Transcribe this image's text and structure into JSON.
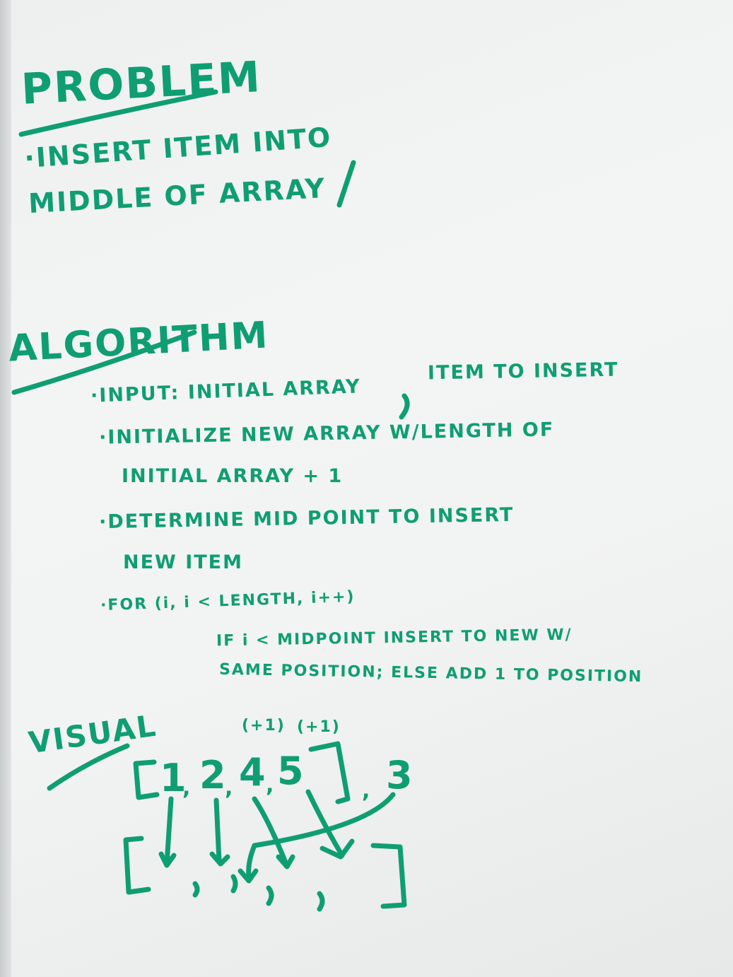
{
  "problem": {
    "heading": "PROBLEM",
    "line1": "·INSERT ITEM INTO",
    "line2": "MIDDLE OF ARRAY"
  },
  "algorithm": {
    "heading": "ALGORITHM",
    "input": "·INPUT: INITIAL ARRAY",
    "input_item": "ITEM TO INSERT",
    "init_1": "·INITIALIZE NEW ARRAY W/LENGTH OF",
    "init_2": "INITIAL ARRAY + 1",
    "determine_1": "·DETERMINE MID POINT TO INSERT",
    "determine_2": "NEW ITEM",
    "for_line": "·FOR (i, i < LENGTH, i++)",
    "if_line": "IF i < MIDPOINT INSERT TO NEW W/",
    "else_line": "SAME POSITION; ELSE ADD 1 TO POSITION"
  },
  "visual": {
    "heading": "VISUAL",
    "plus_one_a": "(+1)",
    "plus_one_b": "(+1)",
    "open_bracket": "[",
    "close_bracket": "]",
    "values": [
      "1",
      "2",
      "4",
      "5"
    ],
    "insert_item": "3",
    "ink_color": "#0f9e72"
  }
}
